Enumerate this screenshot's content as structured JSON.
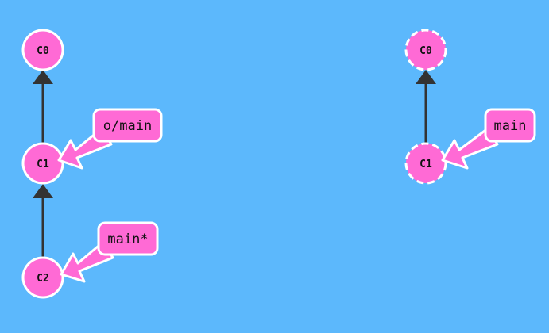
{
  "local_repo": {
    "commits": [
      {
        "id": "C0",
        "label": "C0"
      },
      {
        "id": "C1",
        "label": "C1"
      },
      {
        "id": "C2",
        "label": "C2"
      }
    ],
    "edges": [
      {
        "from": "C1",
        "to": "C0"
      },
      {
        "from": "C2",
        "to": "C1"
      }
    ],
    "branches": [
      {
        "label": "o/main",
        "target": "C1"
      },
      {
        "label": "main*",
        "target": "C2"
      }
    ]
  },
  "remote_repo": {
    "commits": [
      {
        "id": "C0",
        "label": "C0"
      },
      {
        "id": "C1",
        "label": "C1"
      }
    ],
    "edges": [
      {
        "from": "C1",
        "to": "C0"
      }
    ],
    "branches": [
      {
        "label": "main",
        "target": "C1"
      }
    ]
  },
  "colors": {
    "background": "#5cb8fc",
    "commit_fill": "#ff6ad5",
    "outline": "#ffffff",
    "edge": "#333333",
    "arrow_fill": "#ff6ad5"
  }
}
